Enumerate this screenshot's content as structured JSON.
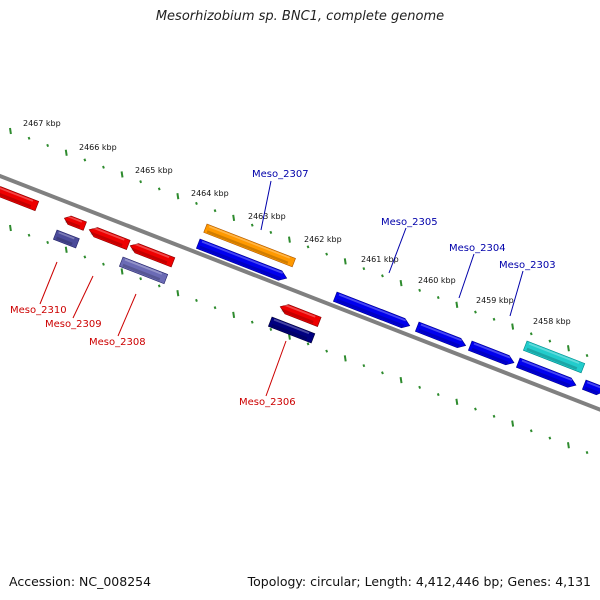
{
  "title": "Mesorhizobium sp. BNC1, complete genome",
  "footer": {
    "accession": "Accession: NC_008254",
    "summary": "Topology: circular; Length: 4,412,446 bp; Genes: 4,131"
  },
  "colors": {
    "background": "#ffffff",
    "backbone": "#808080",
    "tick": "#2e8b2e",
    "gene_forward": "#0000ee",
    "gene_reverse": "#ee0000",
    "label_forward": "#0000aa",
    "label_reverse": "#cc0000",
    "gene_orange": "#ff9900",
    "gene_cyan": "#22cccc",
    "gene_navy": "#000080",
    "gene_slate": "#4b4b9a"
  },
  "kbp_labels": [
    "2467 kbp",
    "2466 kbp",
    "2465 kbp",
    "2464 kbp",
    "2463 kbp",
    "2462 kbp",
    "2461 kbp",
    "2460 kbp",
    "2459 kbp",
    "2458 kbp"
  ],
  "genes": [
    {
      "id": "Meso_2310",
      "color": "gene_reverse",
      "outline": "#880000",
      "strand": "reverse",
      "label": "Meso_2310"
    },
    {
      "id": "Meso_2309",
      "color": "gene_reverse",
      "outline": "#880000",
      "strand": "reverse",
      "label": "Meso_2309"
    },
    {
      "id": "Meso_2308",
      "color": "gene_reverse",
      "outline": "#880000",
      "strand": "reverse",
      "label": "Meso_2308"
    },
    {
      "id": "Meso_2307",
      "color": "gene_forward",
      "outline": "#000088",
      "strand": "forward",
      "label": "Meso_2307"
    },
    {
      "id": "Meso_2306",
      "color": "gene_reverse",
      "outline": "#880000",
      "strand": "reverse",
      "label": "Meso_2306"
    },
    {
      "id": "Meso_2305",
      "color": "gene_forward",
      "outline": "#000088",
      "strand": "forward",
      "label": "Meso_2305"
    },
    {
      "id": "Meso_2304",
      "color": "gene_forward",
      "outline": "#000088",
      "strand": "forward",
      "label": "Meso_2304"
    },
    {
      "id": "Meso_2303",
      "color": "gene_forward",
      "outline": "#000088",
      "strand": "forward",
      "label": "Meso_2303"
    }
  ]
}
